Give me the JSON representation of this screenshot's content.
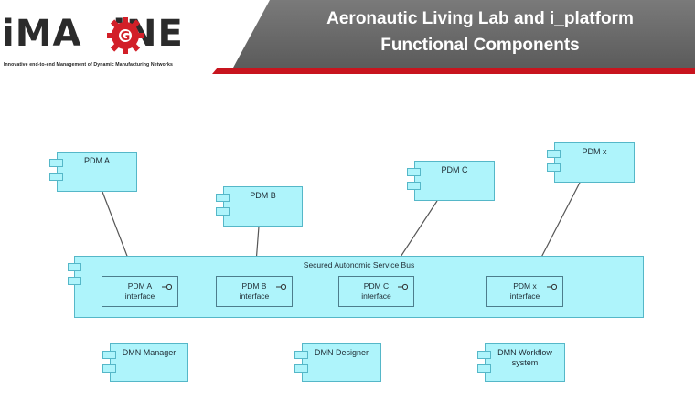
{
  "header": {
    "title": "Aeronautic Living Lab and i_platform\nFunctional Components",
    "logo_text": "iMAGiNE",
    "logo_tagline": "Innovative end-to-end Management of Dynamic Manufacturing Networks",
    "accent_color": "#c8141e"
  },
  "diagram": {
    "components": [
      {
        "id": "pdm-a",
        "label": "PDM A"
      },
      {
        "id": "pdm-b",
        "label": "PDM B"
      },
      {
        "id": "pdm-c",
        "label": "PDM C"
      },
      {
        "id": "pdm-x",
        "label": "PDM x"
      }
    ],
    "bus": {
      "label": "Secured Autonomic Service Bus",
      "interfaces": [
        {
          "id": "pdm-a-interface",
          "label": "PDM A\ninterface"
        },
        {
          "id": "pdm-b-interface",
          "label": "PDM B\ninterface"
        },
        {
          "id": "pdm-c-interface",
          "label": "PDM C\ninterface"
        },
        {
          "id": "pdm-x-interface",
          "label": "PDM x\ninterface"
        }
      ]
    },
    "bottom_components": [
      {
        "id": "dmn-manager",
        "label": "DMN Manager"
      },
      {
        "id": "dmn-designer",
        "label": "DMN Designer"
      },
      {
        "id": "dmn-workflow-system",
        "label": "DMN Workflow\nsystem"
      }
    ],
    "connections": [
      {
        "from": "pdm-a",
        "to": "pdm-a-interface"
      },
      {
        "from": "pdm-b",
        "to": "pdm-b-interface"
      },
      {
        "from": "pdm-c",
        "to": "pdm-c-interface"
      },
      {
        "from": "pdm-x",
        "to": "pdm-x-interface"
      }
    ],
    "fill_color": "#aef4fb",
    "border_color": "#55b7c8"
  }
}
